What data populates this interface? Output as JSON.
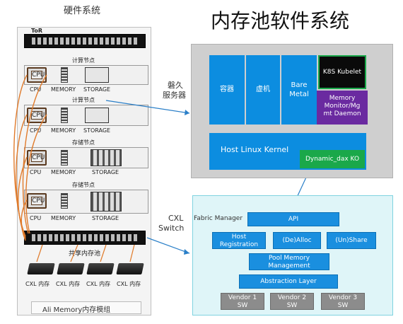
{
  "hardware": {
    "title": "硬件系统",
    "tor": "ToR",
    "compute_node": "计算节点",
    "storage_node": "存储节点",
    "cpu": "CPU",
    "cpu_caption": "CPU",
    "memory": "MEMORY",
    "storage": "STORAGE",
    "shared_pool": "共享内存池",
    "cxl_memory": "CXL 内存",
    "ali_module": "Ali Memory内存模组"
  },
  "software": {
    "title": "内存池软件系统",
    "server_label": "磐久\n服务器",
    "server_line1": "磐久",
    "server_line2": "服务器",
    "container": "容器",
    "vm": "虚机",
    "bare_metal_1": "Bare",
    "bare_metal_2": "Metal",
    "k8s": "K8S Kubelet",
    "monitor_1": "Memory",
    "monitor_2": "Monitor/Mg",
    "monitor_3": "mt Daemon",
    "kernel": "Host Linux Kernel",
    "dax": "Dynamic_dax KO",
    "cxl_switch_1": "CXL",
    "cxl_switch_2": "Switch",
    "fabric_manager": "Fabric Manager",
    "api": "API",
    "host_reg_1": "Host",
    "host_reg_2": "Registration",
    "dealloc": "(De)Alloc",
    "unshare": "(Un)Share",
    "pool_mgmt_1": "Pool Memory",
    "pool_mgmt_2": "Management",
    "abstraction": "Abstraction Layer",
    "vendor1_1": "Vendor 1",
    "vendor2_1": "Vendor 2",
    "vendor3_1": "Vendor 3",
    "sw": "SW"
  },
  "colors": {
    "blue": "#0c8de0",
    "green": "#1aa84a",
    "purple": "#6a2aa0",
    "dark": "#111111",
    "fabric_bg": "#dff5f8",
    "server_bg": "#cfcfcf"
  }
}
